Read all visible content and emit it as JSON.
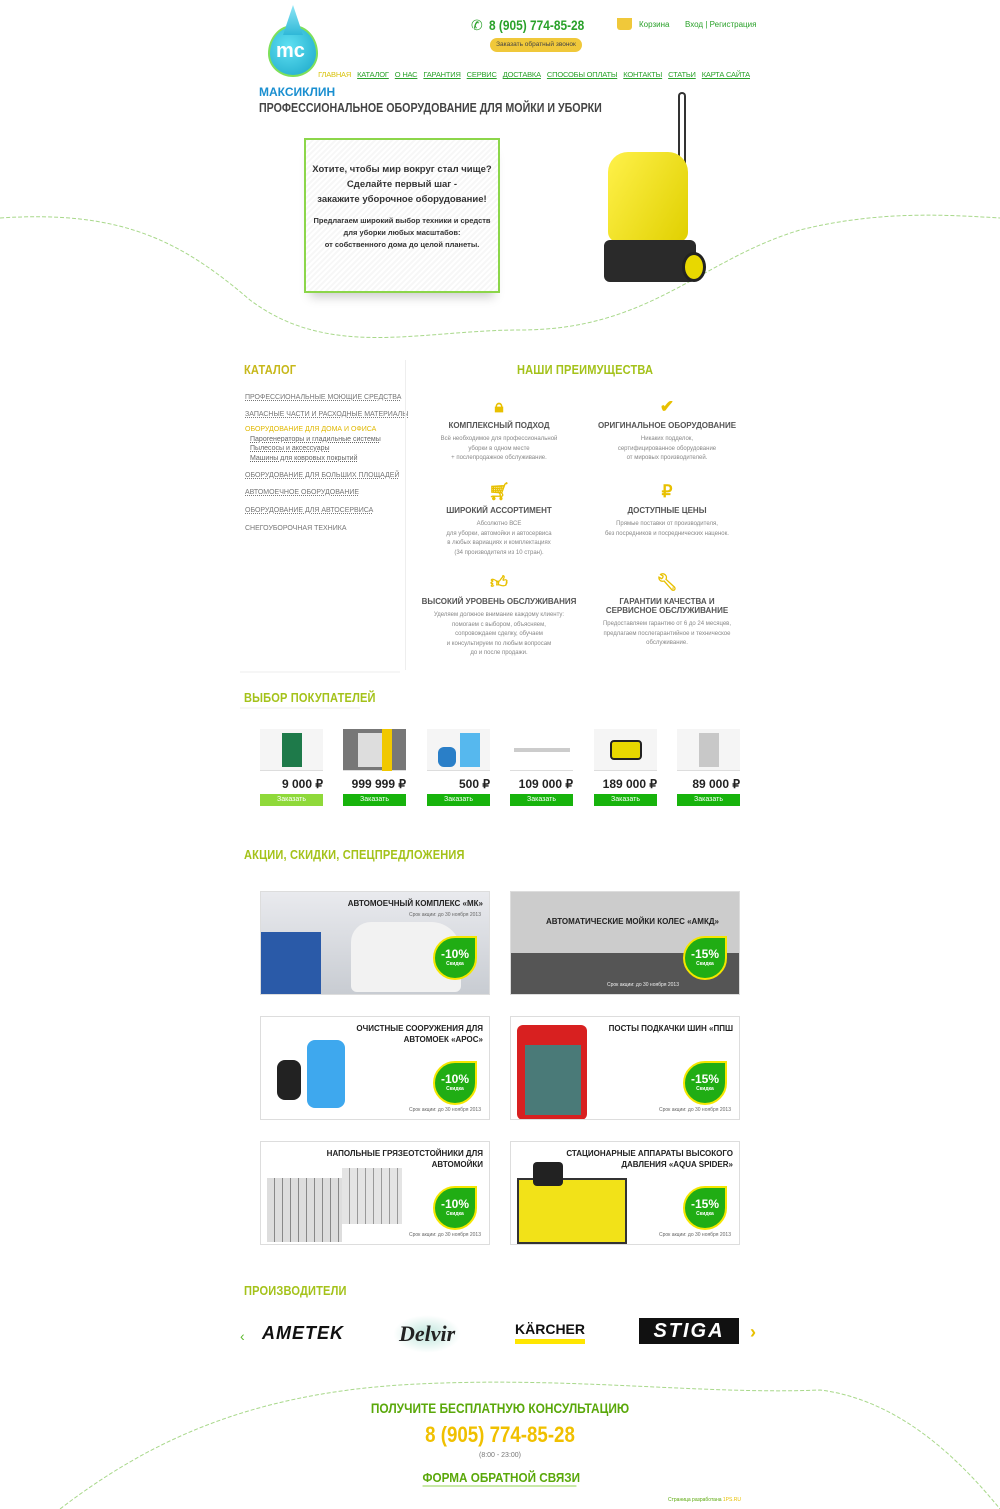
{
  "header": {
    "brand": "МАКСИКЛИН",
    "logo_text": "mc",
    "tagline": "ПРОФЕССИОНАЛЬНОЕ ОБОРУДОВАНИЕ ДЛЯ МОЙКИ И УБОРКИ",
    "phone": "8 (905) 774-85-28",
    "callback": "Заказать обратный звонок",
    "cart": "Корзина",
    "login": "Вход",
    "register": "Регистрация",
    "separator": "|"
  },
  "nav": [
    "ГЛАВНАЯ",
    "КАТАЛОГ",
    "О НАС",
    "ГАРАНТИЯ",
    "СЕРВИС",
    "ДОСТАВКА",
    "СПОСОБЫ ОПЛАТЫ",
    "КОНТАКТЫ",
    "СТАТЬИ",
    "КАРТА САЙТА"
  ],
  "hero": {
    "line1": "Хотите, чтобы мир вокруг стал чище?",
    "line2": "Сделайте первый шаг -",
    "line3": "закажите уборочное оборудование!",
    "p1": "Предлагаем широкий выбор техники и средств",
    "p2": "для уборки любых масштабов:",
    "p3": "от собственного дома до целой планеты."
  },
  "catalog": {
    "title": "КАТАЛОГ",
    "items": [
      "ПРОФЕССИОНАЛЬНЫЕ МОЮЩИЕ СРЕДСТВА",
      "ЗАПАСНЫЕ ЧАСТИ И РАСХОДНЫЕ МАТЕРИАЛЫ",
      "ОБОРУДОВАНИЕ ДЛЯ ДОМА И ОФИСА",
      "ОБОРУДОВАНИЕ ДЛЯ БОЛЬШИХ ПЛОЩАДЕЙ",
      "АВТОМОЕЧНОЕ ОБОРУДОВАНИЕ",
      "ОБОРУДОВАНИЕ ДЛЯ АВТОСЕРВИСА",
      "СНЕГОУБОРОЧНАЯ ТЕХНИКА"
    ],
    "subitems": [
      "Парогенераторы и гладильные системы",
      "Пылесосы и аксессуары",
      "Машины для ковровых покрытий"
    ]
  },
  "advantages": {
    "title": "НАШИ ПРЕИМУЩЕСТВА",
    "items": [
      {
        "icon": "lock-icon",
        "title": "КОМПЛЕКСНЫЙ ПОДХОД",
        "d1": "Всё необходимое для профессиональной",
        "d2": "уборки в одном месте",
        "d3": "+ послепродажное обслуживание.",
        "d4": "",
        "d5": ""
      },
      {
        "icon": "check-icon",
        "title": "ОРИГИНАЛЬНОЕ ОБОРУДОВАНИЕ",
        "d1": "Никаких подделок,",
        "d2": "сертифицированное оборудование",
        "d3": "от мировых производителей.",
        "d4": "",
        "d5": ""
      },
      {
        "icon": "cart-icon",
        "title": "ШИРОКИЙ АССОРТИМЕНТ",
        "d1": "Абсолютно ВСЕ",
        "d2": "для уборки, автомойки и автосервиса",
        "d3": "в любых вариациях и комплектациях",
        "d4": "(34 производителя из 10 стран).",
        "d5": ""
      },
      {
        "icon": "ruble-icon",
        "title": "ДОСТУПНЫЕ ЦЕНЫ",
        "d1": "Прямые поставки от производителя,",
        "d2": "без посредников и посреднических наценок.",
        "d3": "",
        "d4": "",
        "d5": ""
      },
      {
        "icon": "thumbs-up-icon",
        "title": "ВЫСОКИЙ УРОВЕНЬ ОБСЛУЖИВАНИЯ",
        "d1": "Уделяем должное внимание каждому клиенту:",
        "d2": "помогаем с выбором, объясняем,",
        "d3": "сопровождаем сделку, обучаем",
        "d4": "и консультируем по любым вопросам",
        "d5": "до и после продажи."
      },
      {
        "icon": "wrench-icon",
        "title": "ГАРАНТИИ КАЧЕСТВА И СЕРВИСНОЕ ОБСЛУЖИВАНИЕ",
        "d1": "Предоставляем гарантию от 6 до 24 месяцев,",
        "d2": "предлагаем послегарантийное и техническое",
        "d3": "обслуживание.",
        "d4": "",
        "d5": ""
      }
    ]
  },
  "choice": {
    "title": "ВЫБОР ПОКУПАТЕЛЕЙ",
    "order": "Заказать",
    "products": [
      {
        "price": "9 000 ₽"
      },
      {
        "price": "999 999 ₽"
      },
      {
        "price": "500 ₽"
      },
      {
        "price": "109 000 ₽"
      },
      {
        "price": "189 000 ₽"
      },
      {
        "price": "89 000 ₽"
      }
    ]
  },
  "promos": {
    "title": "АКЦИИ, СКИДКИ, СПЕЦПРЕДЛОЖЕНИЯ",
    "discount_label": "Скидка",
    "items": [
      {
        "title": "АВТОМОЕЧНЫЙ КОМПЛЕКС «МК»",
        "term": "Срок акции: до 30 ноября 2013",
        "discount": "-10%"
      },
      {
        "title": "АВТОМАТИЧЕСКИЕ МОЙКИ КОЛЕС «АМКД»",
        "term": "Срок акции: до 30 ноября 2013",
        "discount": "-15%"
      },
      {
        "title": "ОЧИСТНЫЕ СООРУЖЕНИЯ ДЛЯ АВТОМОЕК «АРОС»",
        "term": "Срок акции: до 30 ноября 2013",
        "discount": "-10%"
      },
      {
        "title": "ПОСТЫ ПОДКАЧКИ ШИН «ППШ",
        "term": "Срок акции: до 30 ноября 2013",
        "discount": "-15%"
      },
      {
        "title": "НАПОЛЬНЫЕ ГРЯЗЕОТСТОЙНИКИ ДЛЯ АВТОМОЙКИ",
        "term": "Срок акции: до 30 ноября 2013",
        "discount": "-10%"
      },
      {
        "title": "СТАЦИОНАРНЫЕ АППАРАТЫ ВЫСОКОГО ДАВЛЕНИЯ «AQUA SPIDER»",
        "term": "Срок акции: до 30 ноября 2013",
        "discount": "-15%"
      }
    ]
  },
  "manufacturers": {
    "title": "ПРОИЗВОДИТЕЛИ",
    "logos": [
      "AMETEK",
      "Delvir",
      "KÄRCHER",
      "STIGA"
    ]
  },
  "footer": {
    "title": "ПОЛУЧИТЕ БЕСПЛАТНУЮ КОНСУЛЬТАЦИЮ",
    "phone": "8 (905) 774-85-28",
    "hours": "(8:00 - 23:00)",
    "form": "ФОРМА ОБРАТНОЙ СВЯЗИ",
    "credit": "Страница разработана",
    "credit_link": "1PS.RU"
  },
  "colors": {
    "green": "#2aa12a",
    "accent": "#a4c21a",
    "yellow": "#e8c000",
    "button": "#17b30c"
  }
}
